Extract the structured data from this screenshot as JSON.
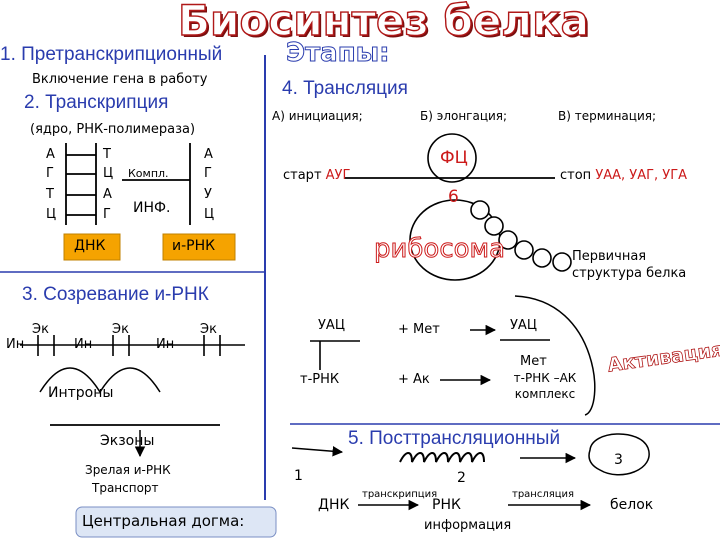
{
  "title": "Биосинтез белка",
  "etapy": "Этапы:",
  "stage1": {
    "title": "1. Претранскрипционный",
    "desc": "Включение гена в работу"
  },
  "stage2": {
    "title": "2. Транскрипция",
    "desc": "(ядро, РНК-полимераза)"
  },
  "dna_left": [
    "А",
    "Г",
    "Т",
    "Ц"
  ],
  "dna_right": [
    "Т",
    "Ц",
    "А",
    "Г"
  ],
  "rna_col": [
    "А",
    "Г",
    "У",
    "Ц"
  ],
  "kompl": "Компл.",
  "inf": "ИНФ.",
  "dnk_label": "ДНК",
  "irnk_label": "и-РНК",
  "stage3": {
    "title": "3. Созревание и-РНК",
    "gene_labels": {
      "in1": "Ин",
      "ek1": "Эк",
      "in2": "Ин",
      "ek2": "Эк",
      "in3": "Ин",
      "ek3": "Эк"
    },
    "introns": "Интроны",
    "exons": "Экзоны",
    "mature": "Зрелая и-РНК",
    "transport": "Транспорт"
  },
  "central_dogma": "Центральная догма:",
  "stage4": {
    "title": "4. Трансляция",
    "phase_a": "А) инициация;",
    "phase_b": "Б) элонгация;",
    "phase_c": "В) терминация;",
    "start_prefix": "старт",
    "start_codon": "АУГ",
    "stop_prefix": "стоп",
    "stop_codons": "УАА, УАГ, УГА",
    "fc": "ФЦ",
    "six": "6",
    "ribosome": "рибосома",
    "primary_structure": "Первичная структура белка"
  },
  "activation": {
    "uac1": "УАЦ",
    "plus_met": "+ Мет",
    "uac2": "УАЦ",
    "met": "Мет",
    "trnk": "т-РНК",
    "plus_ak": "+ Ак",
    "complex": "т-РНК –АК комплекс",
    "title": "Активация АК"
  },
  "stage5": {
    "title": "5. Посттрансляционный",
    "num1": "1",
    "num2": "2",
    "num3": "3"
  },
  "dogma": {
    "dnk": "ДНК",
    "transcription": "транскрипция",
    "rnk": "РНК",
    "translation": "трансляция",
    "protein": "белок",
    "information": "информация"
  }
}
